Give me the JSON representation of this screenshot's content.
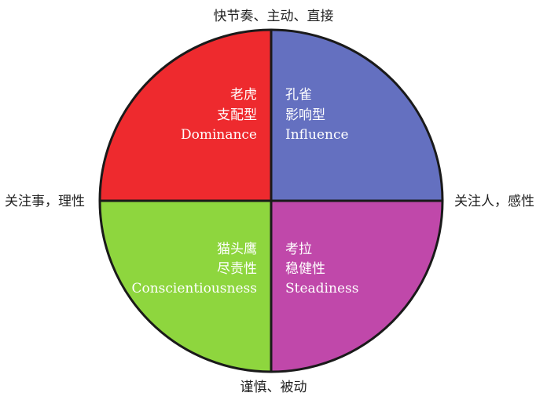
{
  "axes": {
    "top": "快节奏、主动、直接",
    "bottom": "谨慎、被动",
    "left": "关注事，理性",
    "right": "关注人，感性"
  },
  "quadrants": {
    "dominance": {
      "animal": "老虎",
      "type": "支配型",
      "english": "Dominance",
      "color": "#ee2a2e"
    },
    "influence": {
      "animal": "孔雀",
      "type": "影响型",
      "english": "Influence",
      "color": "#6470c0"
    },
    "conscientiousness": {
      "animal": "猫头鹰",
      "type": "尽责性",
      "english": "Conscientiousness",
      "color": "#8ed63e"
    },
    "steadiness": {
      "animal": "考拉",
      "type": "稳健性",
      "english": "Steadiness",
      "color": "#c048aa"
    }
  },
  "outline_color": "#1a1a1a"
}
